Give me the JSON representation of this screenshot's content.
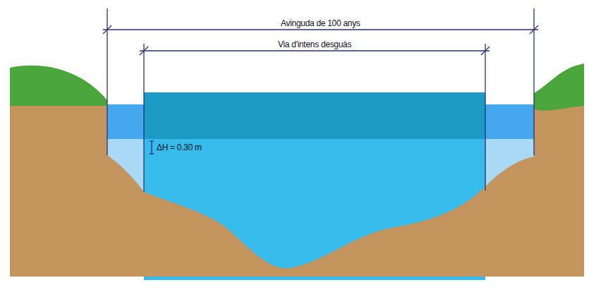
{
  "diagram": {
    "labels": [
      "Avinguda de 100 anys",
      "Via d'intens desguàs",
      "ΔH = 0.30 m"
    ]
  }
}
